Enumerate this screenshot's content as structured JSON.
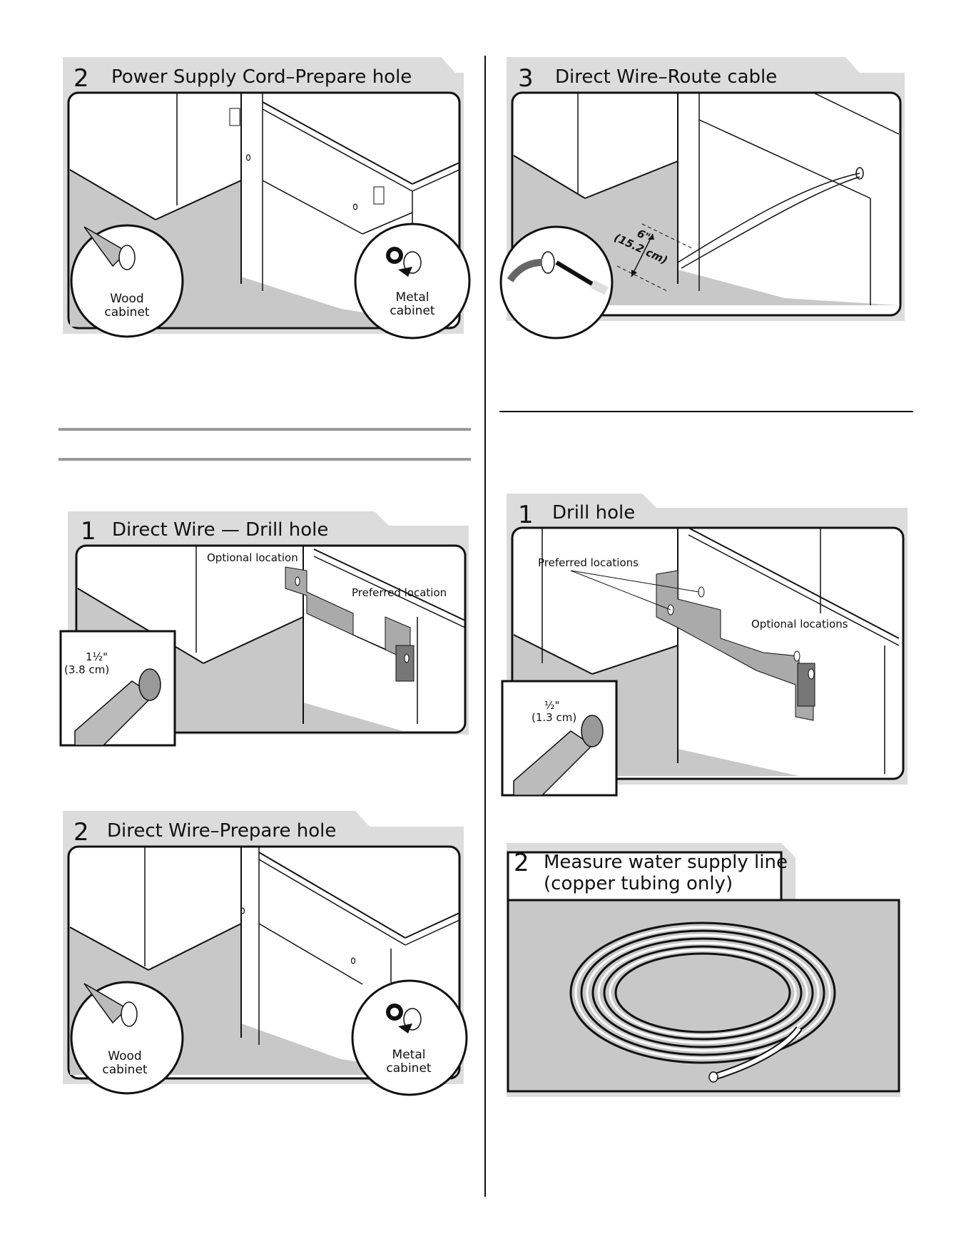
{
  "panels": {
    "p_power_prepare": {
      "number": "2",
      "title": "Power Supply Cord–Prepare hole",
      "wood_label": "Wood\ncabinet",
      "metal_label": "Metal\ncabinet"
    },
    "p_route_cable": {
      "number": "3",
      "title": "Direct Wire–Route cable",
      "measure_in": "6\"",
      "measure_cm": "(15.2 cm)"
    },
    "p_drill_hole_dw": {
      "number": "1",
      "title": "Direct Wire — Drill hole",
      "optional": "Optional location",
      "preferred": "Preferred location",
      "size_in": "1½\"",
      "size_cm": "(3.8 cm)"
    },
    "p_drill_hole": {
      "number": "1",
      "title": "Drill hole",
      "preferred": "Preferred locations",
      "optional": "Optional locations",
      "size_in": "½\"",
      "size_cm": "(1.3 cm)"
    },
    "p_dw_prepare": {
      "number": "2",
      "title": "Direct Wire–Prepare hole",
      "wood_label": "Wood\ncabinet",
      "metal_label": "Metal\ncabinet"
    },
    "p_measure": {
      "number": "2",
      "title_line1": "Measure water supply line",
      "title_line2": "(copper tubing only)"
    }
  },
  "colors": {
    "floor": "#c8c8c8",
    "shadow": "#d9d9d9",
    "line": "#111111"
  }
}
